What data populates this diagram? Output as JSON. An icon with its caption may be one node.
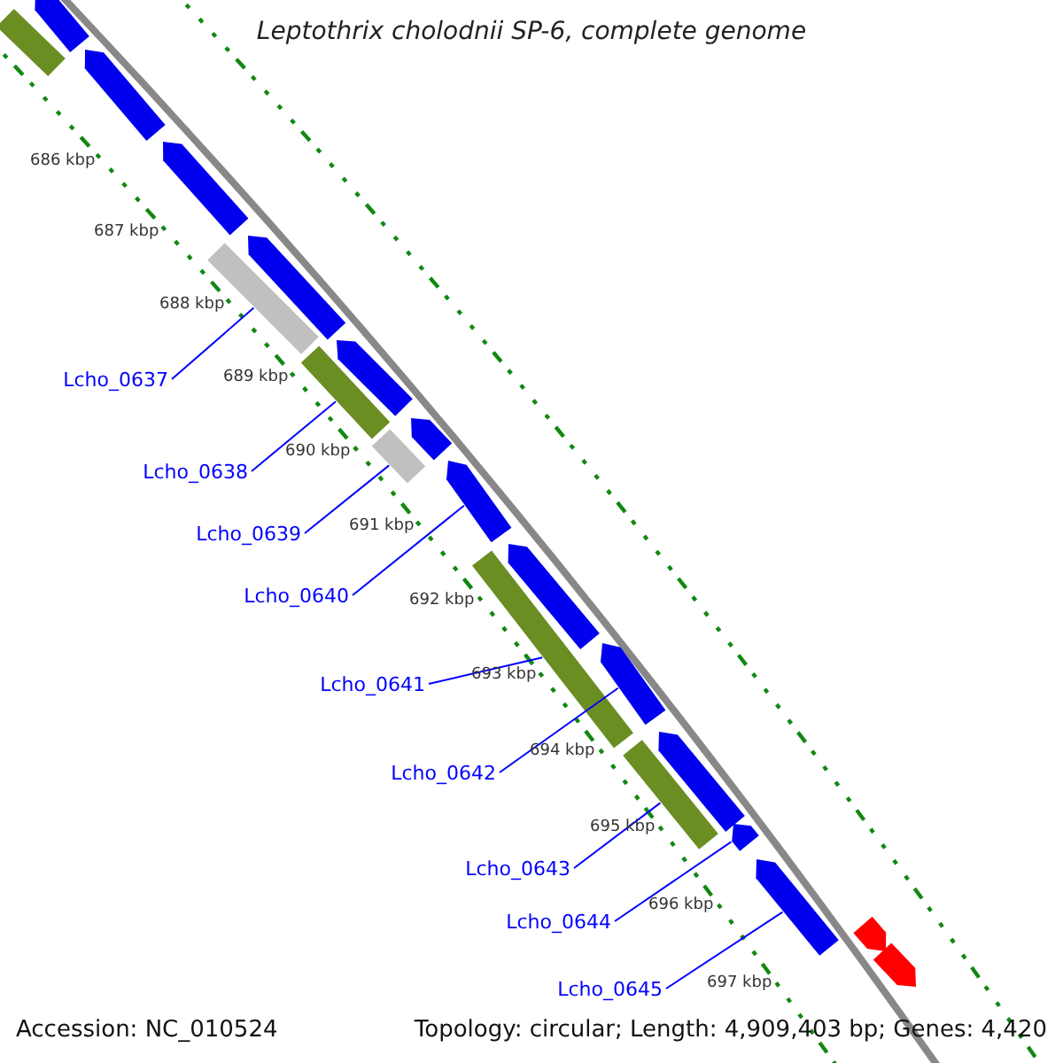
{
  "diagram": {
    "title": "Leptothrix cholodnii SP-6, complete genome",
    "nodes": [
      {
        "text": [
          "Lcho_0637"
        ]
      },
      {
        "text": [
          "Lcho_0638"
        ]
      },
      {
        "text": [
          "Lcho_0639"
        ]
      },
      {
        "text": [
          "Lcho_0640"
        ]
      },
      {
        "text": [
          "Lcho_0641"
        ]
      },
      {
        "text": [
          "Lcho_0642"
        ]
      },
      {
        "text": [
          "Lcho_0643"
        ]
      },
      {
        "text": [
          "Lcho_0644"
        ]
      },
      {
        "text": [
          "Lcho_0645"
        ]
      },
      {
        "text": [],
        "shape": "pentagon"
      },
      {
        "text": [],
        "shape": "bar"
      },
      {
        "text": [],
        "shape": "pentagon"
      },
      {
        "text": [],
        "shape": "pentagon"
      },
      {
        "text": [],
        "shape": "pentagon"
      },
      {
        "text": [],
        "shape": "bar"
      },
      {
        "text": [],
        "shape": "pentagon"
      },
      {
        "text": [],
        "shape": "bar"
      },
      {
        "text": [],
        "shape": "pentagon"
      },
      {
        "text": [],
        "shape": "bar"
      },
      {
        "text": [],
        "shape": "pentagon"
      },
      {
        "text": [],
        "shape": "pentagon"
      },
      {
        "text": [],
        "shape": "bar"
      },
      {
        "text": [],
        "shape": "pentagon"
      },
      {
        "text": [],
        "shape": "pentagon"
      },
      {
        "text": [],
        "shape": "bar"
      },
      {
        "text": [],
        "shape": "pentagon"
      },
      {
        "text": [],
        "shape": "pentagon"
      },
      {
        "text": [],
        "shape": "pentagon"
      },
      {
        "text": [],
        "shape": "pentagon"
      }
    ],
    "edges": [
      {
        "from": 0,
        "to": 14,
        "arrow": "none"
      },
      {
        "from": 1,
        "to": 16,
        "arrow": "none"
      },
      {
        "from": 2,
        "to": 18,
        "arrow": "none"
      },
      {
        "from": 3,
        "to": 19,
        "arrow": "none"
      },
      {
        "from": 4,
        "to": 21,
        "arrow": "none"
      },
      {
        "from": 5,
        "to": 22,
        "arrow": "none"
      },
      {
        "from": 6,
        "to": 24,
        "arrow": "none"
      },
      {
        "from": 7,
        "to": 25,
        "arrow": "none"
      },
      {
        "from": 8,
        "to": 26,
        "arrow": "none"
      }
    ],
    "labels": [
      "686 kbp",
      "687 kbp",
      "688 kbp",
      "689 kbp",
      "690 kbp",
      "691 kbp",
      "692 kbp",
      "693 kbp",
      "694 kbp",
      "695 kbp",
      "696 kbp",
      "697 kbp",
      "Accession: NC_010524",
      "Topology: circular; Length: 4,909,403 bp; Genes: 4,420"
    ]
  }
}
